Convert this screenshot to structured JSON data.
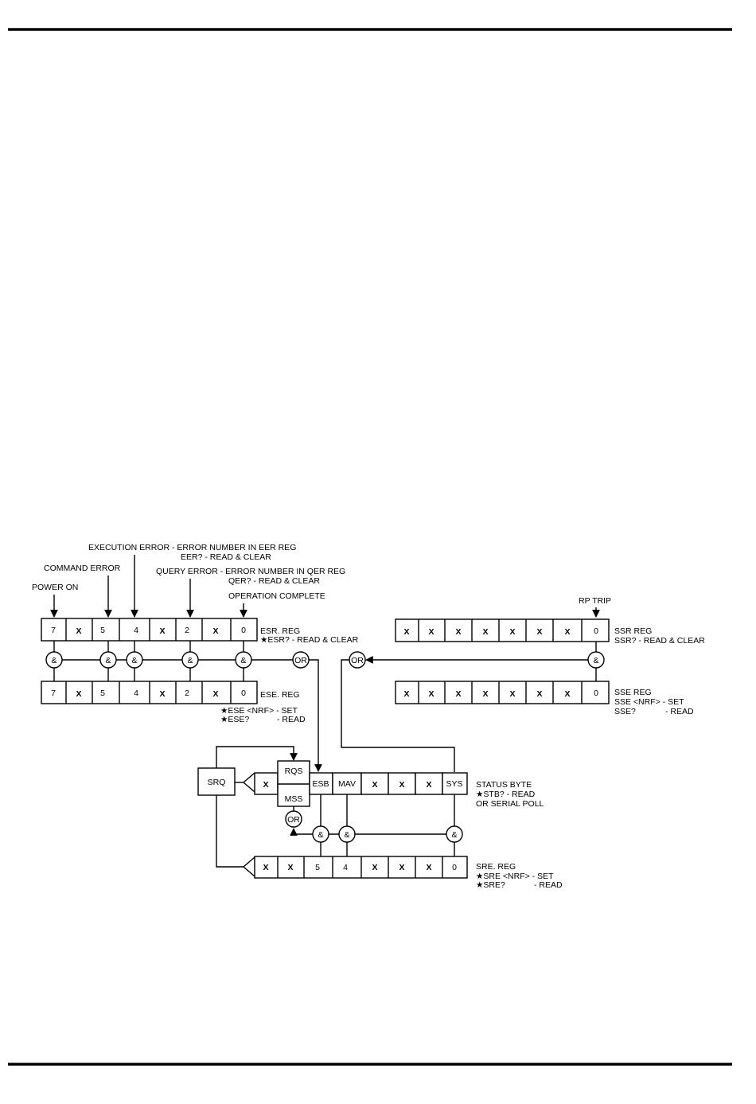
{
  "annotations": {
    "execution_error": "EXECUTION ERROR - ERROR NUMBER IN EER REG",
    "execution_error_sub": "EER? - READ & CLEAR",
    "command_error": "COMMAND ERROR",
    "query_error": "QUERY ERROR - ERROR NUMBER IN QER REG",
    "query_error_sub": "QER? - READ & CLEAR",
    "power_on": "POWER ON",
    "operation_complete": "OPERATION COMPLETE",
    "rp_trip": "RP TRIP"
  },
  "esr": {
    "bits": [
      "7",
      "X",
      "5",
      "4",
      "X",
      "2",
      "X",
      "0"
    ],
    "label": "ESR. REG",
    "command": "★ESR? - READ & CLEAR"
  },
  "ese": {
    "bits": [
      "7",
      "X",
      "5",
      "4",
      "X",
      "2",
      "X",
      "0"
    ],
    "label": "ESE. REG",
    "set": "★ESE <NRF> - SET",
    "read_cmd": "★ESE?",
    "read": "- READ"
  },
  "ssr": {
    "bits": [
      "X",
      "X",
      "X",
      "X",
      "X",
      "X",
      "X",
      "0"
    ],
    "label": "SSR REG",
    "command": "SSR? - READ & CLEAR"
  },
  "sse": {
    "bits": [
      "X",
      "X",
      "X",
      "X",
      "X",
      "X",
      "X",
      "0"
    ],
    "label": "SSE REG",
    "set": "SSE <NRF> - SET",
    "read_cmd": "SSE?",
    "read": "- READ"
  },
  "status_byte": {
    "bits": [
      "X",
      "RQS",
      "MSS",
      "ESB",
      "MAV",
      "X",
      "X",
      "X",
      "SYS"
    ],
    "label": "STATUS BYTE",
    "read": "★STB? - READ",
    "poll": "OR SERIAL POLL"
  },
  "sre": {
    "bits": [
      "X",
      "X",
      "5",
      "4",
      "X",
      "X",
      "X",
      "0"
    ],
    "label": "SRE. REG",
    "set": "★SRE  <NRF> - SET",
    "read_cmd": "★SRE?",
    "read": "- READ"
  },
  "gates": {
    "and": "&",
    "or": "OR",
    "srq": "SRQ"
  }
}
